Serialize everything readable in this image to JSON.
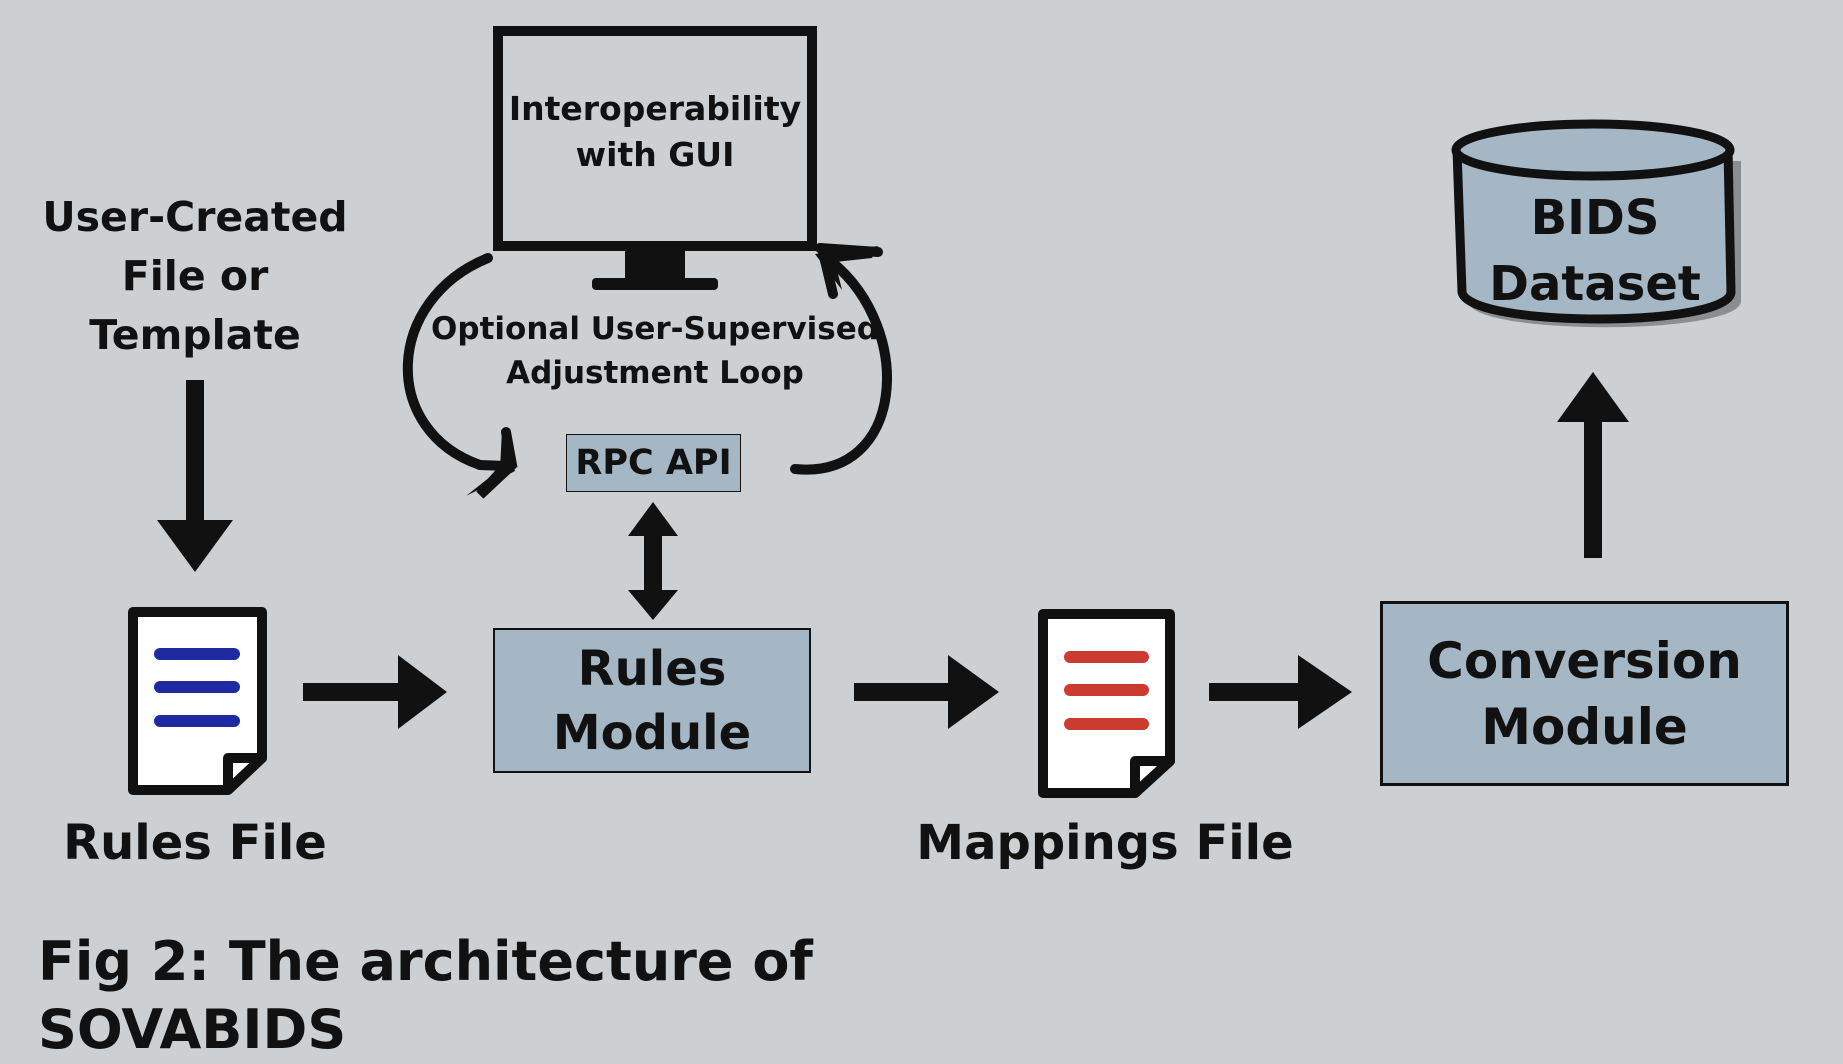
{
  "figure": {
    "caption": "Fig 2: The architecture of SOVABIDS"
  },
  "nodes": {
    "user_input": "User-Created\nFile or\nTemplate",
    "rules_file": "Rules File",
    "rules_module": "Rules\nModule",
    "mappings_file": "Mappings File",
    "conversion_module": "Conversion\nModule",
    "bids_dataset": "BIDS\nDataset",
    "gui": "Interoperability\nwith GUI",
    "rpc_api": "RPC API",
    "loop": "Optional User-Supervised\nAdjustment Loop"
  },
  "colors": {
    "background": "#ccd0d3",
    "module_fill": "#a5b6c5",
    "rules_lines": "#1f2aa0",
    "mappings_lines": "#cc3b30",
    "stroke": "#111111"
  },
  "icons": [
    "document-icon",
    "monitor-icon",
    "database-icon",
    "arrow-icon",
    "curved-arrow-icon"
  ]
}
